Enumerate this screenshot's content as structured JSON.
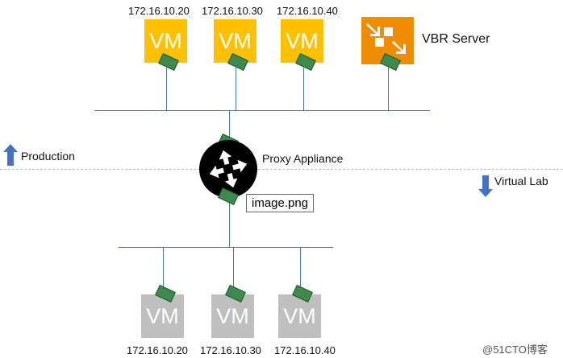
{
  "production": {
    "ips": [
      "172.16.10.20",
      "172.16.10.30",
      "172.16.10.40"
    ],
    "vm_label": "VM",
    "label": "Production"
  },
  "vbr": {
    "label": "VBR Server"
  },
  "proxy": {
    "label": "Proxy Appliance",
    "tooltip": "image.png"
  },
  "virtual_lab": {
    "ips": [
      "172.16.10.20",
      "172.16.10.30",
      "172.16.10.40"
    ],
    "vm_label": "VM",
    "label": "Virtual Lab"
  },
  "watermark": "@51CTO博客",
  "colors": {
    "vm_prod": "#ffc000",
    "vm_lab": "#bfbfbf",
    "vbr": "#f08c00",
    "line": "#4472c4"
  }
}
